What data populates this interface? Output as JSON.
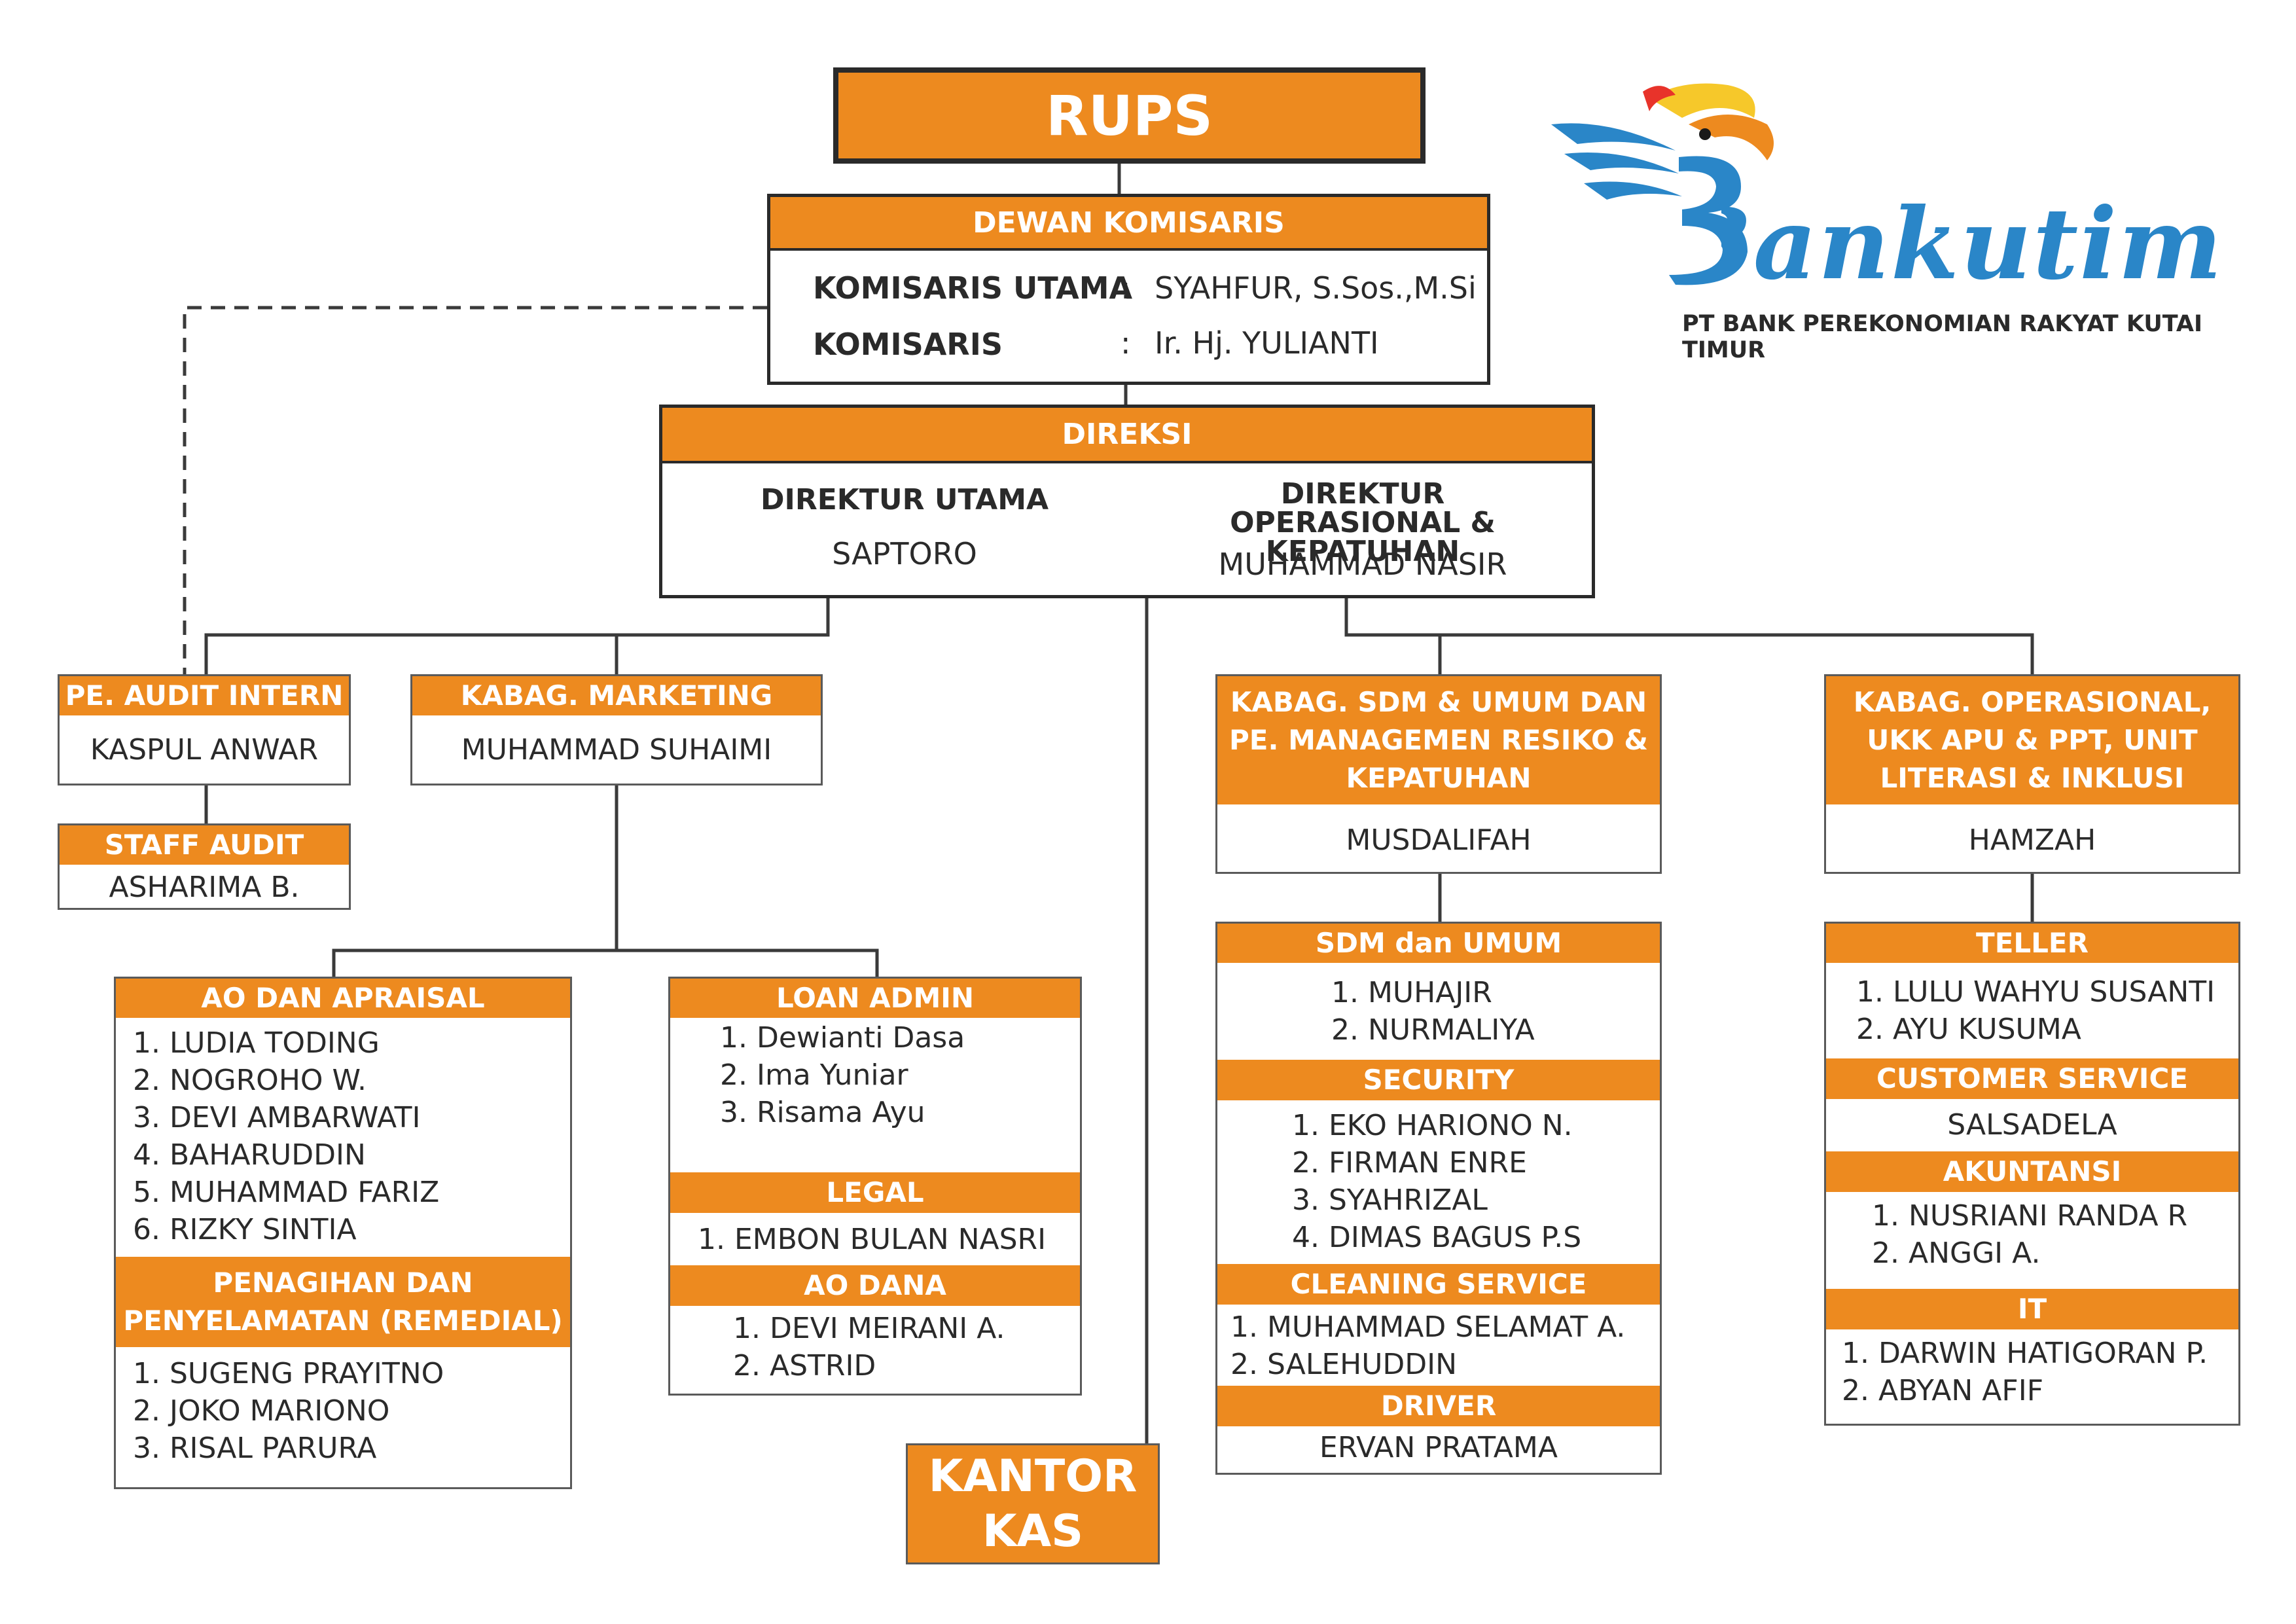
{
  "rups": "RUPS",
  "dewan": {
    "title": "DEWAN KOMISARIS",
    "role1": "KOMISARIS UTAMA",
    "sep1": ":",
    "name1": "SYAHFUR, S.Sos.,M.Si",
    "role2": "KOMISARIS",
    "sep2": ":",
    "name2": "Ir. Hj. YULIANTI"
  },
  "direksi": {
    "title": "DIREKSI",
    "role1": "DIREKTUR UTAMA",
    "name1": "SAPTORO",
    "role2": "DIREKTUR\nOPERASIONAL & KEPATUHAN",
    "name2": "MUHAMMAD NASIR"
  },
  "logo": {
    "brand": "Bankutim",
    "company": "PT BANK PEREKONOMIAN RAKYAT KUTAI TIMUR"
  },
  "audit": {
    "title": "PE. AUDIT INTERN",
    "name": "KASPUL ANWAR"
  },
  "staff_audit": {
    "title": "STAFF AUDIT",
    "name": "ASHARIMA B."
  },
  "marketing": {
    "title": "KABAG. MARKETING",
    "name": "MUHAMMAD SUHAIMI"
  },
  "ao_apraisal": {
    "title": "AO DAN APRAISAL",
    "list": "1. LUDIA TODING\n2. NOGROHO W.\n3. DEVI AMBARWATI\n4. BAHARUDDIN\n5. MUHAMMAD FARIZ\n6. RIZKY SINTIA"
  },
  "remedial": {
    "title": "PENAGIHAN DAN\nPENYELAMATAN (REMEDIAL)",
    "list": "1. SUGENG PRAYITNO\n2. JOKO MARIONO\n3. RISAL PARURA"
  },
  "loan_admin": {
    "title": "LOAN ADMIN",
    "list": "1. Dewianti Dasa\n2. Ima Yuniar\n3. Risama Ayu"
  },
  "legal": {
    "title": "LEGAL",
    "list": "1. EMBON BULAN NASRI"
  },
  "ao_dana": {
    "title": "AO DANA",
    "list": "1. DEVI MEIRANI A.\n2. ASTRID"
  },
  "kantor_kas": "KANTOR\nKAS",
  "sdm": {
    "title": "KABAG. SDM & UMUM DAN\nPE. MANAGEMEN RESIKO &\nKEPATUHAN",
    "name": "MUSDALIFAH"
  },
  "sdm_umum": {
    "title": "SDM dan UMUM",
    "list": "1. MUHAJIR\n2. NURMALIYA"
  },
  "security": {
    "title": "SECURITY",
    "list": "1. EKO HARIONO N.\n2. FIRMAN ENRE\n3. SYAHRIZAL\n4. DIMAS BAGUS P.S"
  },
  "cleaning": {
    "title": "CLEANING SERVICE",
    "list": "1. MUHAMMAD SELAMAT A.\n2. SALEHUDDIN"
  },
  "driver": {
    "title": "DRIVER",
    "name": "ERVAN PRATAMA"
  },
  "operasional": {
    "title": "KABAG. OPERASIONAL,\nUKK APU & PPT, UNIT\nLITERASI & INKLUSI",
    "name": "HAMZAH"
  },
  "teller": {
    "title": "TELLER",
    "list": "1. LULU WAHYU SUSANTI\n2. AYU KUSUMA"
  },
  "cs": {
    "title": "CUSTOMER SERVICE",
    "name": "SALSADELA"
  },
  "akuntansi": {
    "title": "AKUNTANSI",
    "list": "1. NUSRIANI RANDA R\n2. ANGGI A."
  },
  "it": {
    "title": "IT",
    "list": "1. DARWIN HATIGORAN P.\n2. ABYAN AFIF"
  },
  "colors": {
    "accent": "#ed8a1f",
    "line": "#3a3a3a",
    "logo_blue": "#2a86c8"
  }
}
